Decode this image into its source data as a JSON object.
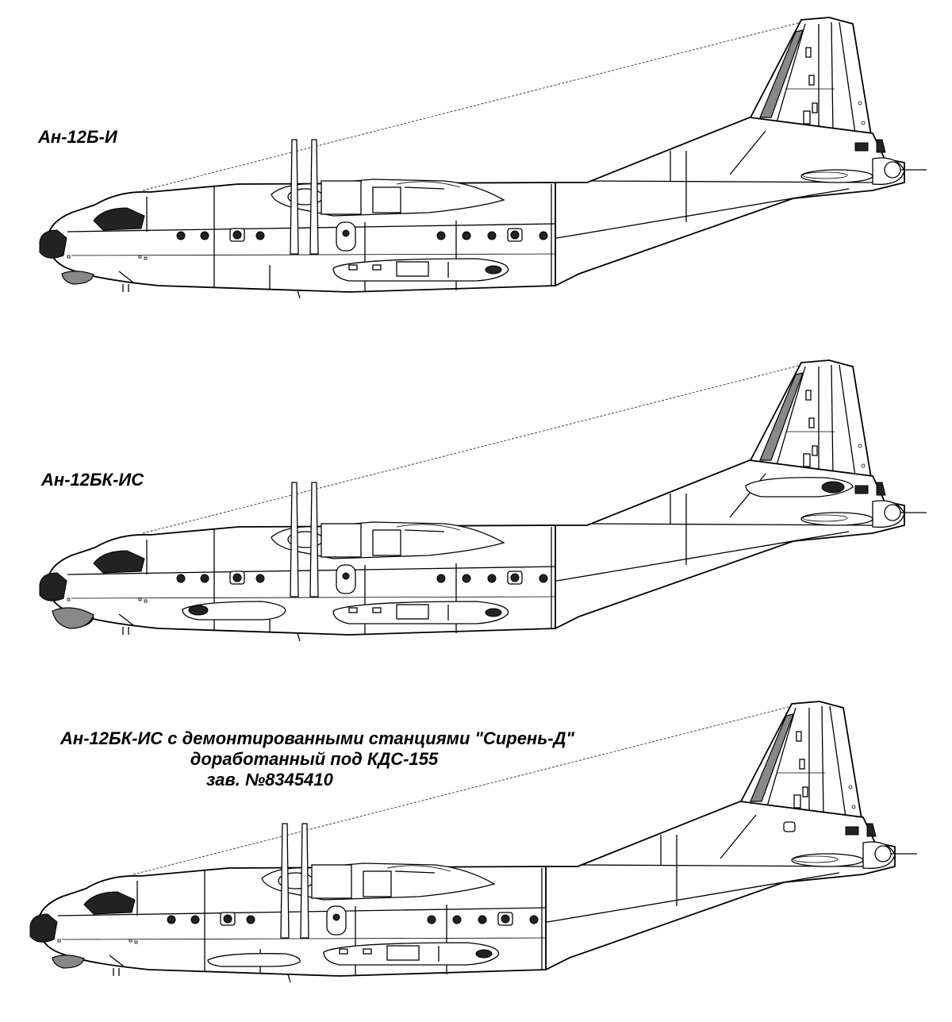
{
  "figure": {
    "views": [
      {
        "id": "view-1",
        "caption_lines": [
          "Ан-12Б-И"
        ]
      },
      {
        "id": "view-2",
        "caption_lines": [
          "Ан-12БК-ИС"
        ]
      },
      {
        "id": "view-3",
        "caption_lines": [
          "Ан-12БК-ИС с демонтированными станциями \"Сирень-Д\"",
          "доработанный под  КДС-155",
          "зав. №8345410"
        ]
      }
    ],
    "colors": {
      "line": "#000000",
      "fill_grey": "#888888",
      "glazing": "#222222",
      "background": "#ffffff"
    }
  }
}
